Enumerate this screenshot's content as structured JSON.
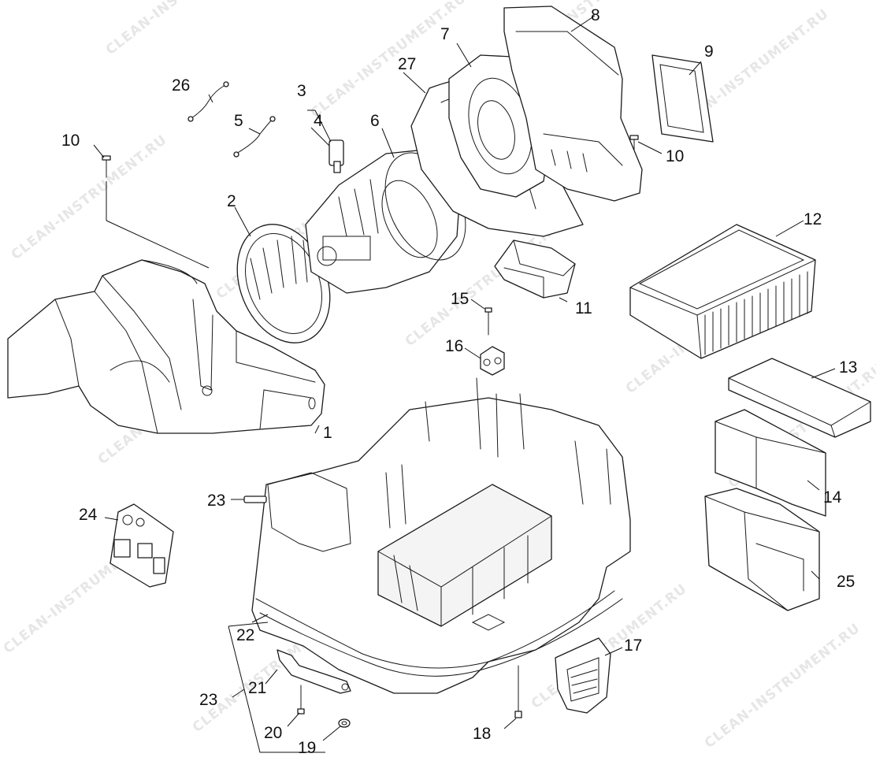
{
  "watermark": {
    "text": "CLEAN-INSTRUMENT.RU"
  },
  "callouts": {
    "c1": "1",
    "c2": "2",
    "c3": "3",
    "c4": "4",
    "c5": "5",
    "c6": "6",
    "c7": "7",
    "c8": "8",
    "c9": "9",
    "c10a": "10",
    "c10b": "10",
    "c11": "11",
    "c12": "12",
    "c13": "13",
    "c14": "14",
    "c15": "15",
    "c16": "16",
    "c17": "17",
    "c18": "18",
    "c19": "19",
    "c20": "20",
    "c21": "21",
    "c22": "22",
    "c23a": "23",
    "c23b": "23",
    "c24": "24",
    "c25": "25",
    "c26": "26",
    "c27": "27"
  }
}
